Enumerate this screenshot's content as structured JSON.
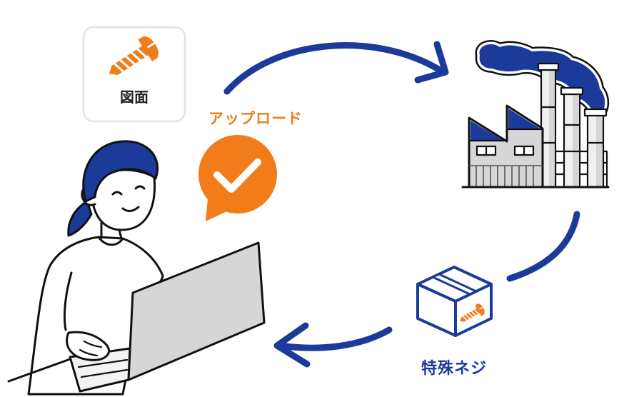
{
  "labels": {
    "drawing": "図面",
    "upload": "アップロード",
    "special_screw": "特殊ネジ"
  },
  "colors": {
    "primary_blue": "#1c3a99",
    "accent_orange": "#f27c1a",
    "building_gray": "#d6d6d6",
    "outline": "#111111"
  },
  "icons": {
    "drawing_card": "screw-icon",
    "upload_badge": "checkmark-icon",
    "factory": "factory-icon",
    "package": "package-box-icon",
    "flow_arrows": "curved-arrow-icon",
    "user": "person-with-laptop-icon"
  }
}
